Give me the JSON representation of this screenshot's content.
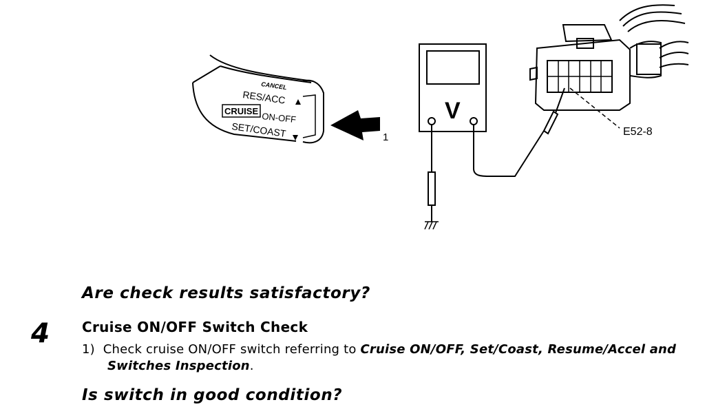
{
  "figure": {
    "switch_labels": {
      "cancel": "CANCEL",
      "res_acc": "RES/ACC",
      "cruise": "CRUISE",
      "on_off": "ON-OFF",
      "set_coast": "SET/COAST"
    },
    "callout_number": "1",
    "meter_symbol": "V",
    "connector_label": "E52-8"
  },
  "question_1": "Are check results satisfactory?",
  "step": {
    "number": "4",
    "title": "Cruise ON/OFF Switch Check",
    "item_marker": "1)",
    "item_text": "Check cruise ON/OFF switch referring to ",
    "item_ref_part1": "Cruise ON/OFF, Set/Coast, Resume/Accel and",
    "item_ref_part2": "Switches Inspection",
    "item_end": "."
  },
  "question_2": "Is switch in good condition?"
}
